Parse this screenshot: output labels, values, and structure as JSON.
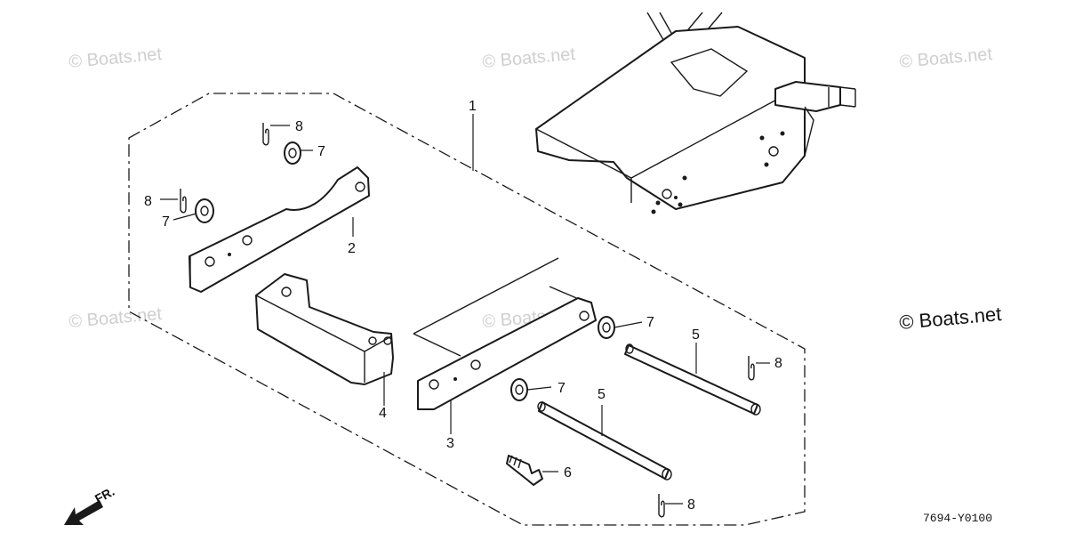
{
  "watermarks": {
    "text": "© Boats.net",
    "main": "© Boats.net"
  },
  "diagram_code": "7694-Y0100",
  "direction_label": "FR.",
  "callouts": [
    {
      "id": "callout-1",
      "label": "1"
    },
    {
      "id": "callout-2",
      "label": "2"
    },
    {
      "id": "callout-3",
      "label": "3"
    },
    {
      "id": "callout-4",
      "label": "4"
    },
    {
      "id": "callout-5a",
      "label": "5"
    },
    {
      "id": "callout-5b",
      "label": "5"
    },
    {
      "id": "callout-6",
      "label": "6"
    },
    {
      "id": "callout-7a",
      "label": "7"
    },
    {
      "id": "callout-7b",
      "label": "7"
    },
    {
      "id": "callout-7c",
      "label": "7"
    },
    {
      "id": "callout-7d",
      "label": "7"
    },
    {
      "id": "callout-8a",
      "label": "8"
    },
    {
      "id": "callout-8b",
      "label": "8"
    },
    {
      "id": "callout-8c",
      "label": "8"
    },
    {
      "id": "callout-8d",
      "label": "8"
    }
  ]
}
